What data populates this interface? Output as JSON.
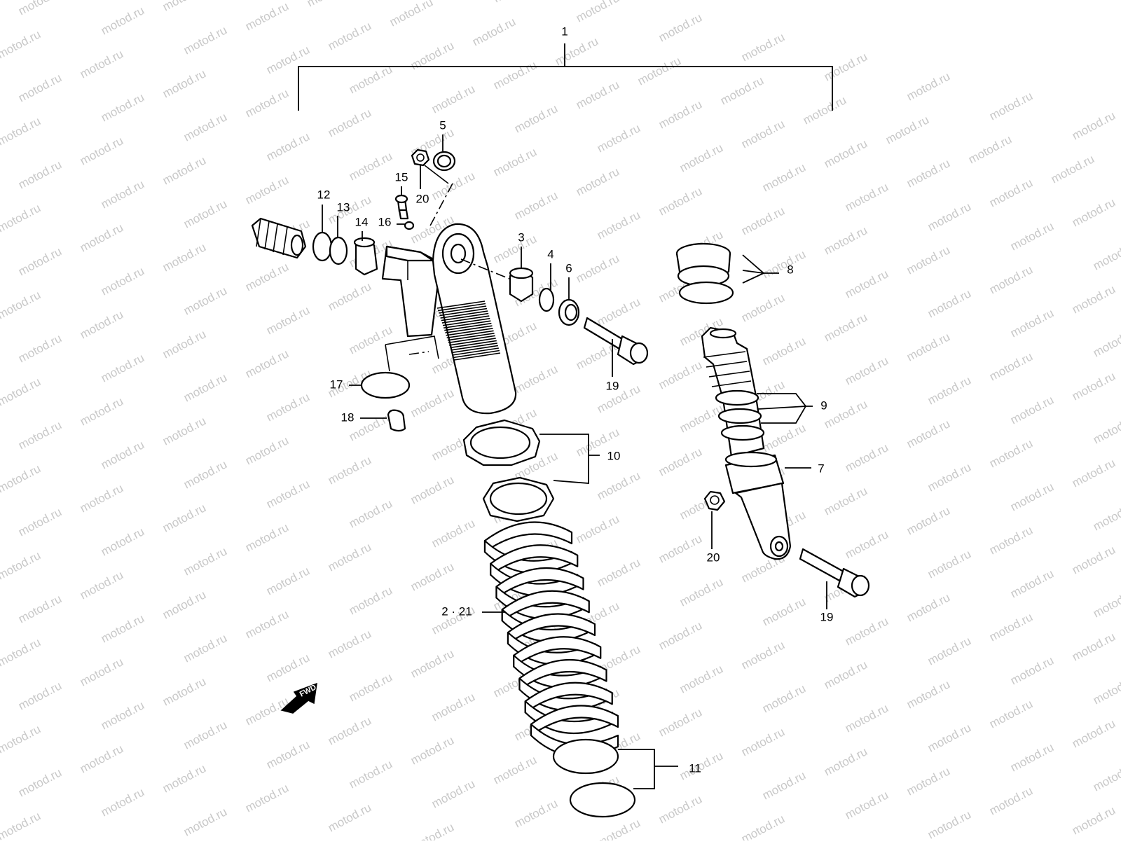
{
  "diagram": {
    "watermark": "motod.ru",
    "fwd_label": "FWD",
    "callouts": {
      "c1": "1",
      "c2_21": "2 · 21",
      "c3": "3",
      "c4": "4",
      "c5": "5",
      "c6": "6",
      "c7": "7",
      "c8": "8",
      "c9": "9",
      "c10": "10",
      "c11": "11",
      "c12": "12",
      "c13": "13",
      "c14": "14",
      "c15": "15",
      "c16": "16",
      "c17": "17",
      "c18": "18",
      "c19a": "19",
      "c19b": "19",
      "c20a": "20",
      "c20b": "20"
    }
  }
}
